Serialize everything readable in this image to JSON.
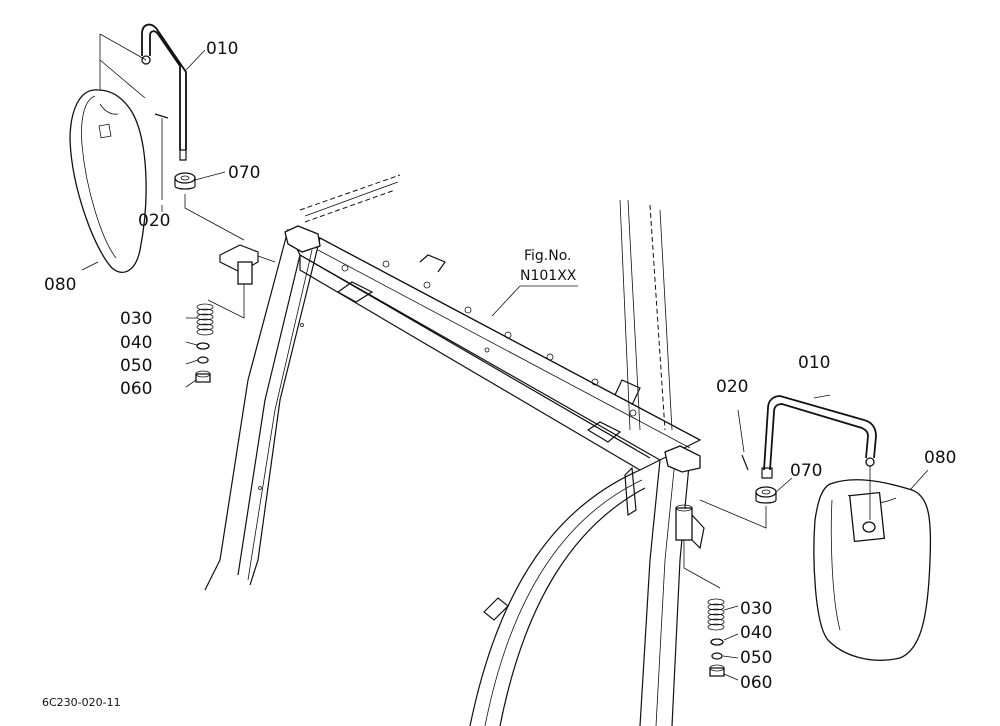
{
  "figure": {
    "ref_label_line1": "Fig.No.",
    "ref_label_line2": "N101XX",
    "drawing_code": "6C230-020-11"
  },
  "left_assembly": {
    "p010": "010",
    "p020": "020",
    "p030": "030",
    "p040": "040",
    "p050": "050",
    "p060": "060",
    "p070": "070",
    "p080": "080"
  },
  "right_assembly": {
    "p010": "010",
    "p020": "020",
    "p030": "030",
    "p040": "040",
    "p050": "050",
    "p060": "060",
    "p070": "070",
    "p080": "080"
  }
}
